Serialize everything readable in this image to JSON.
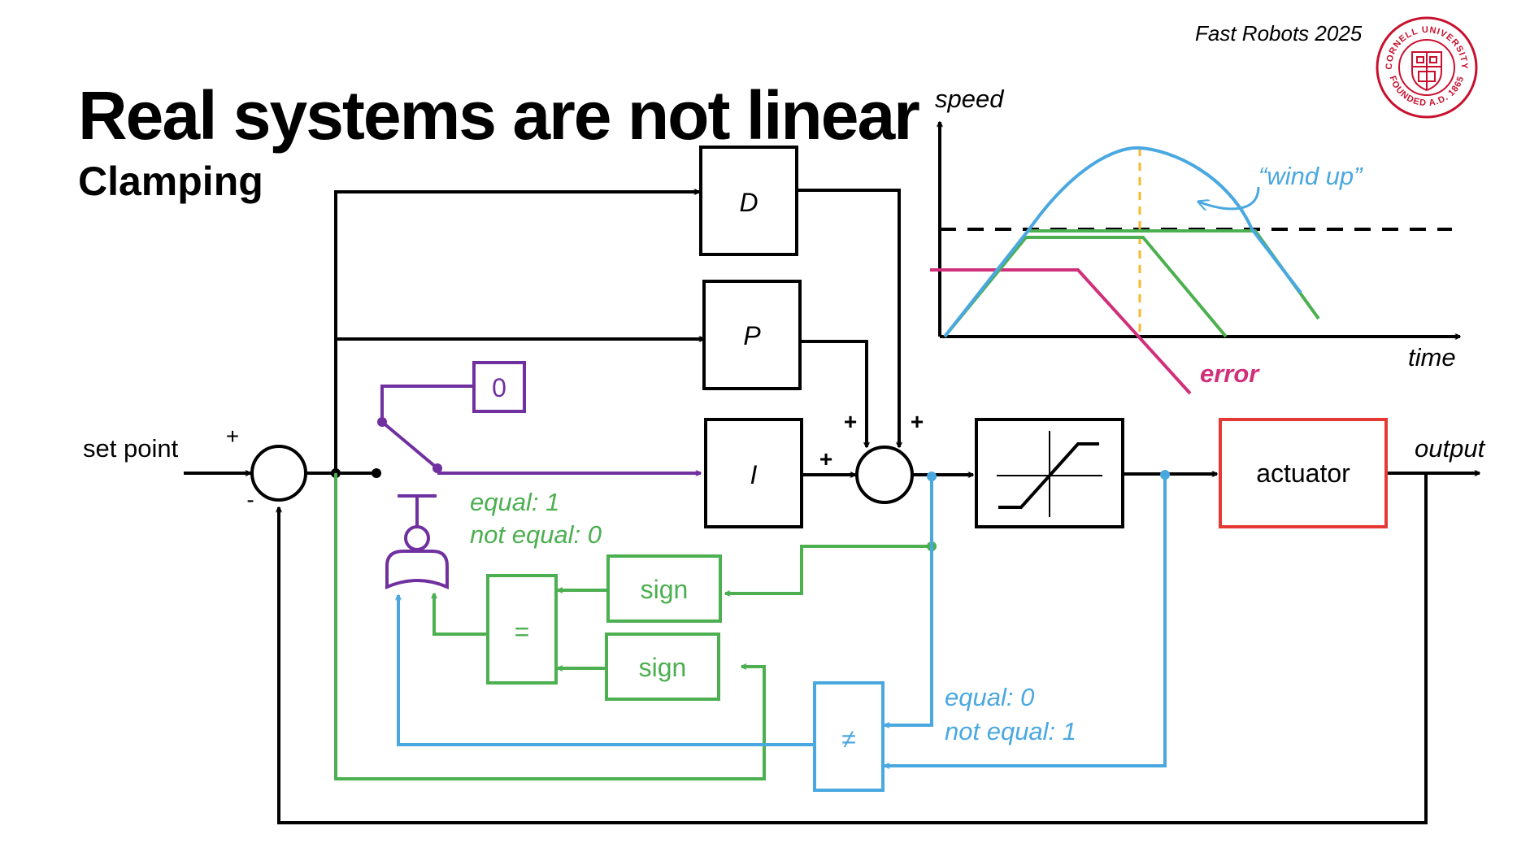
{
  "slide": {
    "course": "Fast Robots 2025",
    "title": "Real systems are not linear",
    "subtitle": "Clamping"
  },
  "seal": {
    "text_top": "CORNELL UNIVERSITY",
    "text_bottom": "FOUNDED A.D. 1865",
    "color": "#c8102e"
  },
  "diagram": {
    "blocks": {
      "d": "D",
      "p": "P",
      "i": "I",
      "zero": "0",
      "actuator": "actuator",
      "sign_top": "sign",
      "sign_bottom": "sign",
      "equals": "=",
      "not_equals": "≠"
    },
    "labels": {
      "set_point": "set point",
      "output": "output",
      "plus_in": "+",
      "minus_in": "-",
      "plus_p": "+",
      "plus_d": "+",
      "plus_i": "+",
      "equal_green_1": "equal: 1",
      "equal_green_2": "not equal: 0",
      "equal_blue_1": "equal: 0",
      "equal_blue_2": "not equal: 1"
    },
    "colors": {
      "main": "#000000",
      "purple": "#7030a0",
      "green": "#4caf50",
      "blue": "#4aa8e0",
      "red": "#e53935",
      "magenta": "#d0307a",
      "orange": "#f5b82e"
    }
  },
  "graph": {
    "ylabel": "speed",
    "xlabel": "time",
    "windup_label": "“wind up”",
    "error_label": "error"
  }
}
